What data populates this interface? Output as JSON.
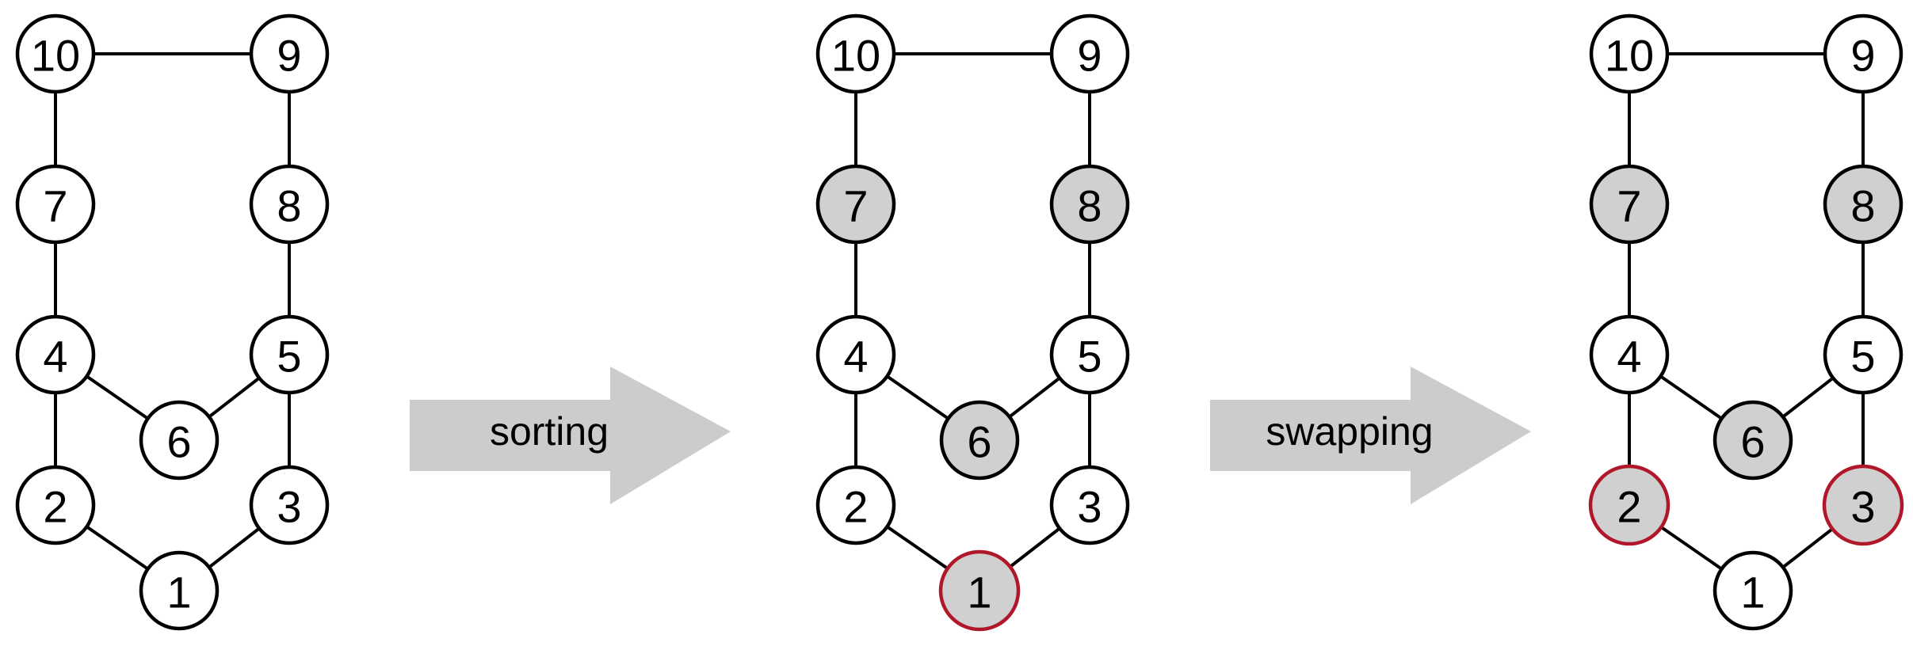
{
  "colors": {
    "background": "#ffffff",
    "node_fill": "#ffffff",
    "node_stroke": "#000000",
    "shaded_fill": "#d0d0d0",
    "highlight_stroke": "#b0182a",
    "arrow_fill": "#cccccc"
  },
  "arrows": [
    {
      "label": "sorting"
    },
    {
      "label": "swapping"
    }
  ],
  "graphs": [
    {
      "nodes": [
        {
          "id": "10",
          "label": "10",
          "shaded": false,
          "highlight": false
        },
        {
          "id": "9",
          "label": "9",
          "shaded": false,
          "highlight": false
        },
        {
          "id": "7",
          "label": "7",
          "shaded": false,
          "highlight": false
        },
        {
          "id": "8",
          "label": "8",
          "shaded": false,
          "highlight": false
        },
        {
          "id": "4",
          "label": "4",
          "shaded": false,
          "highlight": false
        },
        {
          "id": "5",
          "label": "5",
          "shaded": false,
          "highlight": false
        },
        {
          "id": "6",
          "label": "6",
          "shaded": false,
          "highlight": false
        },
        {
          "id": "2",
          "label": "2",
          "shaded": false,
          "highlight": false
        },
        {
          "id": "3",
          "label": "3",
          "shaded": false,
          "highlight": false
        },
        {
          "id": "1",
          "label": "1",
          "shaded": false,
          "highlight": false
        }
      ]
    },
    {
      "nodes": [
        {
          "id": "10",
          "label": "10",
          "shaded": false,
          "highlight": false
        },
        {
          "id": "9",
          "label": "9",
          "shaded": false,
          "highlight": false
        },
        {
          "id": "7",
          "label": "7",
          "shaded": true,
          "highlight": false
        },
        {
          "id": "8",
          "label": "8",
          "shaded": true,
          "highlight": false
        },
        {
          "id": "4",
          "label": "4",
          "shaded": false,
          "highlight": false
        },
        {
          "id": "5",
          "label": "5",
          "shaded": false,
          "highlight": false
        },
        {
          "id": "6",
          "label": "6",
          "shaded": true,
          "highlight": false
        },
        {
          "id": "2",
          "label": "2",
          "shaded": false,
          "highlight": false
        },
        {
          "id": "3",
          "label": "3",
          "shaded": false,
          "highlight": false
        },
        {
          "id": "1",
          "label": "1",
          "shaded": true,
          "highlight": true
        }
      ]
    },
    {
      "nodes": [
        {
          "id": "10",
          "label": "10",
          "shaded": false,
          "highlight": false
        },
        {
          "id": "9",
          "label": "9",
          "shaded": false,
          "highlight": false
        },
        {
          "id": "7",
          "label": "7",
          "shaded": true,
          "highlight": false
        },
        {
          "id": "8",
          "label": "8",
          "shaded": true,
          "highlight": false
        },
        {
          "id": "4",
          "label": "4",
          "shaded": false,
          "highlight": false
        },
        {
          "id": "5",
          "label": "5",
          "shaded": false,
          "highlight": false
        },
        {
          "id": "6",
          "label": "6",
          "shaded": true,
          "highlight": false
        },
        {
          "id": "2",
          "label": "2",
          "shaded": true,
          "highlight": true
        },
        {
          "id": "3",
          "label": "3",
          "shaded": true,
          "highlight": true
        },
        {
          "id": "1",
          "label": "1",
          "shaded": false,
          "highlight": false
        }
      ]
    }
  ],
  "edges": [
    [
      "10",
      "9"
    ],
    [
      "10",
      "7"
    ],
    [
      "9",
      "8"
    ],
    [
      "7",
      "4"
    ],
    [
      "8",
      "5"
    ],
    [
      "4",
      "6"
    ],
    [
      "5",
      "6"
    ],
    [
      "4",
      "2"
    ],
    [
      "5",
      "3"
    ],
    [
      "2",
      "1"
    ],
    [
      "3",
      "1"
    ]
  ]
}
